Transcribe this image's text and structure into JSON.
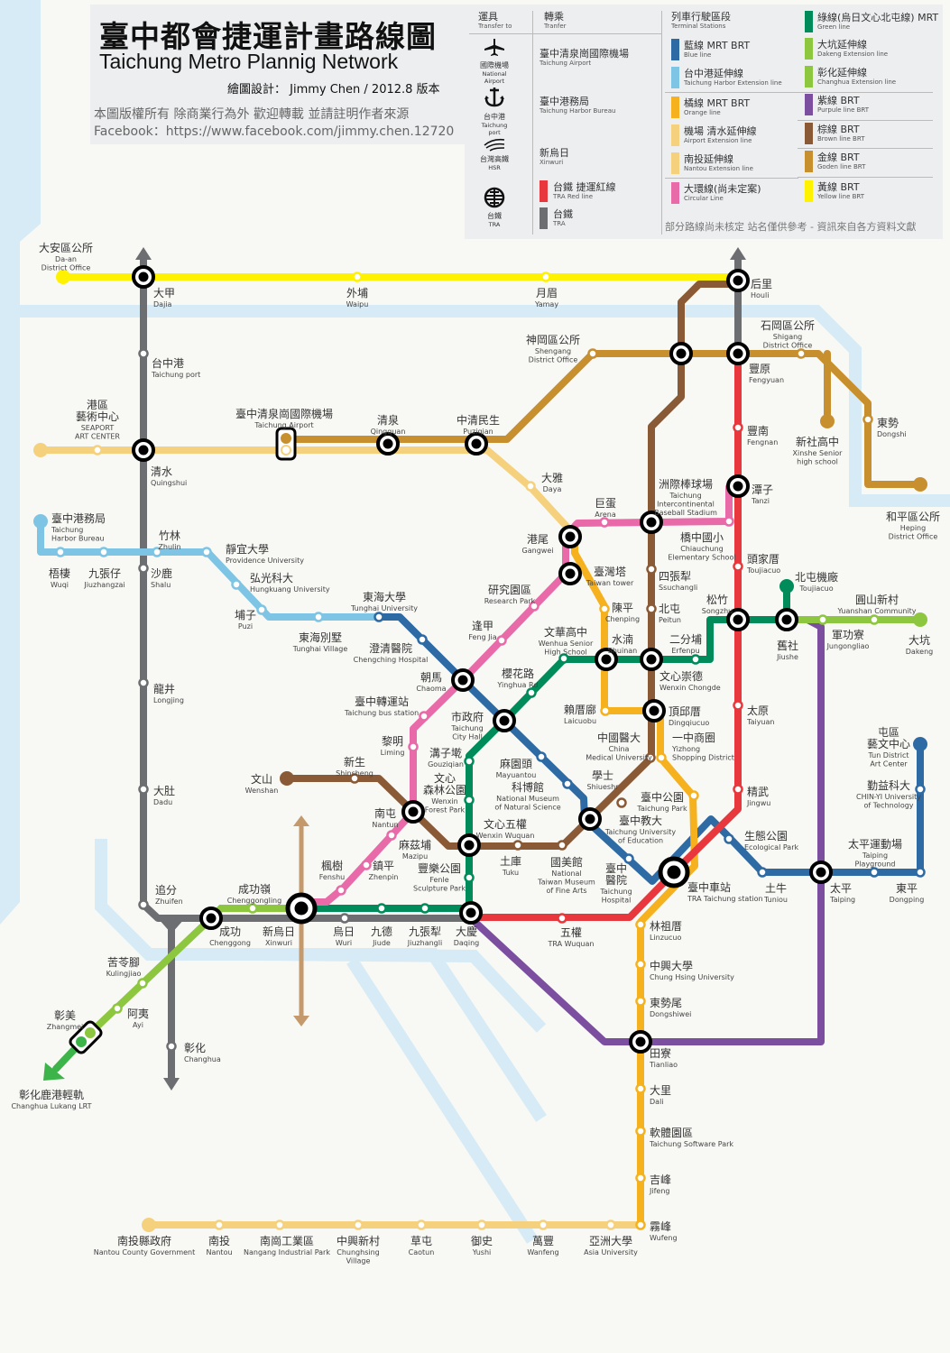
{
  "header": {
    "title_zh": "臺中都會捷運計畫路線圖",
    "title_en": "Taichung Metro Plannig Network",
    "credit": "繪圖設計： Jimmy Chen / 2012.8 版本",
    "copyright": "本圖版權所有 除商業行為外 歡迎轉載 並請註明作者來源",
    "facebook": "Facebook：https://www.facebook.com/jimmy.chen.12720"
  },
  "colors": {
    "yellow": "#fff200",
    "gray": "#6d6e71",
    "red": "#e8383d",
    "green": "#008c5a",
    "lgreen": "#8dc63f",
    "blue": "#2e6aa3",
    "lblue": "#7ec4e4",
    "orange": "#f5b11e",
    "lorange": "#f5d17e",
    "gold": "#c88f2e",
    "brown": "#8a5a36",
    "purple": "#7b4ea0",
    "pink": "#e86aa8",
    "tan": "#c49a6c",
    "water": "#d6ebf5",
    "lrt": "#3cb44a"
  },
  "legend": {
    "transfer_col": {
      "zh": "運具",
      "en": "Transfer to"
    },
    "tranfer_col": {
      "zh": "轉乘",
      "en": "Tranfer"
    },
    "terminal_col": {
      "zh": "列車行駛區段",
      "en": "Terminal Stations"
    },
    "transfers": [
      {
        "icon": "airplane",
        "zh": "國際機場",
        "en": "National Airport",
        "dest_zh": "臺中清泉崗國際機場",
        "dest_en": "Taichung Airport"
      },
      {
        "icon": "anchor",
        "zh": "台中港",
        "en": "Taichung port",
        "dest_zh": "臺中港務局",
        "dest_en": "Taichung Harbor Bureau"
      },
      {
        "icon": "hsr",
        "zh": "台灣高鐵 ",
        "en": "HSR",
        "dest_zh": "新烏日",
        "dest_en": "Xinwuri"
      },
      {
        "icon": "tra",
        "zh": "台鐵 ",
        "en": "TRA"
      }
    ],
    "tra_lines": [
      {
        "color": "red",
        "zh": "台鐵 捷運紅線",
        "en": "TRA Red line"
      },
      {
        "color": "gray",
        "zh": "台鐵",
        "en": "TRA"
      }
    ],
    "lines_col1": [
      {
        "color": "blue",
        "zh": "藍線 MRT  BRT",
        "en": "Blue line"
      },
      {
        "color": "lblue",
        "zh": "台中港延伸線",
        "en": "Taichung Harbor Extension line"
      },
      {
        "color": "orange",
        "zh": "橘線 MRT  BRT",
        "en": "Orange line"
      },
      {
        "color": "lorange",
        "zh": "機場 清水延伸線",
        "en": "Airport Extension line"
      },
      {
        "color": "lorange",
        "zh": "南投延伸線",
        "en": "Nantou Extension line"
      },
      {
        "color": "pink",
        "zh": "大環線(尚未定案)",
        "en": "Circular Line"
      }
    ],
    "lines_col2": [
      {
        "color": "green",
        "zh": "綠線(烏日文心北屯線) MRT",
        "en": "Green line"
      },
      {
        "color": "lgreen",
        "zh": "大坑延伸線",
        "en": "Dakeng Extension line"
      },
      {
        "color": "lgreen",
        "zh": "彰化延伸線",
        "en": "Changhua Extension line"
      },
      {
        "color": "purple",
        "zh": "紫線 BRT",
        "en": "Purpule line BRT"
      },
      {
        "color": "brown",
        "zh": "棕線 BRT",
        "en": "Brown line BRT"
      },
      {
        "color": "gold",
        "zh": "金線 BRT",
        "en": "Goden line BRT"
      },
      {
        "color": "yellow",
        "zh": "黃線 BRT",
        "en": "Yellow line BRT"
      }
    ],
    "note": "部分路線尚未核定 站名僅供參考 - 資訊來自各方資料文獻"
  },
  "stations": [
    {
      "zh": "大安區公所",
      "en": "Da-an",
      "en2": "District Office"
    },
    {
      "zh": "大甲",
      "en": "Dajia"
    },
    {
      "zh": "外埔",
      "en": "Waipu"
    },
    {
      "zh": "月眉",
      "en": "Yamay"
    },
    {
      "zh": "后里",
      "en": "Houli"
    },
    {
      "zh": "台中港",
      "en": "Taichung port"
    },
    {
      "zh": "港區",
      "zh2": "藝術中心",
      "en": "SEAPORT",
      "en2": "ART CENTER"
    },
    {
      "zh": "清水",
      "en": "Quingshui"
    },
    {
      "zh": "臺中清泉崗國際機場",
      "en": "Taichung Airport"
    },
    {
      "zh": "清泉",
      "en": "Qingquan"
    },
    {
      "zh": "中清民生",
      "en": "Puziqian"
    },
    {
      "zh": "神岡區公所",
      "en": "Shengang",
      "en2": "District Office"
    },
    {
      "zh": "石岡區公所",
      "en": "Shigang",
      "en2": "District Office"
    },
    {
      "zh": "豐原",
      "en": "Fengyuan"
    },
    {
      "zh": "新社高中",
      "en": "Xinshe Senior",
      "en2": "high school"
    },
    {
      "zh": "東勢",
      "en": "Dongshi"
    },
    {
      "zh": "和平區公所",
      "en": "Heping",
      "en2": "District Office"
    },
    {
      "zh": "豐南",
      "en": "Fengnan"
    },
    {
      "zh": "潭子",
      "en": "Tanzi"
    },
    {
      "zh": "大雅",
      "en": "Daya"
    },
    {
      "zh": "巨蛋",
      "en": "Arena"
    },
    {
      "zh": "洲際棒球場",
      "en": "Taichung",
      "en2": "Intercontinental",
      "en3": "Baseball Stadium"
    },
    {
      "zh": "港尾",
      "en": "Gangwei"
    },
    {
      "zh": "臺灣塔",
      "en": "Taiwan tower"
    },
    {
      "zh": "橋中國小",
      "en": "Chiauchung",
      "en2": "Elementary School"
    },
    {
      "zh": "四張犁",
      "en": "Ssuchangli"
    },
    {
      "zh": "頭家厝",
      "en": "Toujiacuo"
    },
    {
      "zh": "北屯機廠",
      "en": "Toujiacuo"
    },
    {
      "zh": "研究園區",
      "en": "Research Park"
    },
    {
      "zh": "陳平",
      "en": "Chenping"
    },
    {
      "zh": "北屯",
      "en": "Peitun"
    },
    {
      "zh": "松竹",
      "en": "Songzhu"
    },
    {
      "zh": "舊社",
      "en": "Jiushe"
    },
    {
      "zh": "軍功寮",
      "en": "Jungongliao"
    },
    {
      "zh": "圓山新村",
      "en": "Yuanshan Community"
    },
    {
      "zh": "大坑",
      "en": "Dakeng"
    },
    {
      "zh": "東海大學",
      "en": "Tunghai University"
    },
    {
      "zh": "東海別墅",
      "en": "Tunghai Village"
    },
    {
      "zh": "埔子",
      "en": "Puzi"
    },
    {
      "zh": "弘光科大",
      "en": "Hungkuang University"
    },
    {
      "zh": "靜宜大學",
      "en": "Providence University"
    },
    {
      "zh": "竹林",
      "en": "Zhulin"
    },
    {
      "zh": "九張仔",
      "en": "Jiuzhangzai"
    },
    {
      "zh": "梧棲",
      "en": "Wuqi"
    },
    {
      "zh": "臺中港務局",
      "en": "Taichung",
      "en2": "Harbor Bureau"
    },
    {
      "zh": "沙鹿",
      "en": "Shalu"
    },
    {
      "zh": "逢甲",
      "en": "Feng Jia"
    },
    {
      "zh": "澄清醫院",
      "en": "Chengching Hospital"
    },
    {
      "zh": "朝馬",
      "en": "Chaoma"
    },
    {
      "zh": "文華高中",
      "en": "Wenhua Senior",
      "en2": "High School"
    },
    {
      "zh": "水湳",
      "en": "Shuinan"
    },
    {
      "zh": "二分埔",
      "en": "Erfenpu"
    },
    {
      "zh": "文心崇德",
      "en": "Wenxin Chongde"
    },
    {
      "zh": "櫻花路",
      "en": "Yinghua Rd"
    },
    {
      "zh": "臺中轉運站",
      "en": "Taichung bus station"
    },
    {
      "zh": "賴厝廍",
      "en": "Laicuobu"
    },
    {
      "zh": "頂邱厝",
      "en": "Dingqiucuo"
    },
    {
      "zh": "太原",
      "en": "Taiyuan"
    },
    {
      "zh": "市政府",
      "en": "Taichung",
      "en2": "City Hall"
    },
    {
      "zh": "黎明",
      "en": "Liming"
    },
    {
      "zh": "中國醫大",
      "en": "China",
      "en2": "Medical University"
    },
    {
      "zh": "一中商圈",
      "en": "Yizhong",
      "en2": "Shopping District"
    },
    {
      "zh": "溝子墘",
      "en": "Gouziqian"
    },
    {
      "zh": "新生",
      "en": "Shinsheng"
    },
    {
      "zh": "文山",
      "en": "Wenshan"
    },
    {
      "zh": "麻園頭",
      "en": "Mayuantou"
    },
    {
      "zh": "學士",
      "en": "Shiueshr"
    },
    {
      "zh": "科博館",
      "en": "National Museum",
      "en2": "of Natural Science"
    },
    {
      "zh": "文心",
      "zh2": "森林公園",
      "en": "Wenxin",
      "en2": "Forest Park"
    },
    {
      "zh": "精武",
      "en": "Jingwu"
    },
    {
      "zh": "臺中公園",
      "en": "Taichung Park"
    },
    {
      "zh": "南屯",
      "en": "Nantun"
    },
    {
      "zh": "臺中教大",
      "en": "Taichung University",
      "en2": "of Education"
    },
    {
      "zh": "生態公園",
      "en": "Ecological Park"
    },
    {
      "zh": "文心五權",
      "en": "Wenxin Wuquan"
    },
    {
      "zh": "麻茲埔",
      "en": "Mazipu"
    },
    {
      "zh": "土庫",
      "en": "Tuku"
    },
    {
      "zh": "國美館",
      "en": "National",
      "en2": "Taiwan Museum",
      "en3": "of Fine Arts"
    },
    {
      "zh": "臺中",
      "zh2": "醫院",
      "en": "Taichung",
      "en2": "Hospital"
    },
    {
      "zh": "臺中車站",
      "en": "TRA Taichung station"
    },
    {
      "zh": "土牛",
      "en": "Tuniou"
    },
    {
      "zh": "太平",
      "en": "Taiping"
    },
    {
      "zh": "太平運動場",
      "en": "Taiping",
      "en2": "Playground"
    },
    {
      "zh": "東平",
      "en": "Dongping"
    },
    {
      "zh": "勤益科大",
      "en": "CHIN-YI University",
      "en2": "of Technology"
    },
    {
      "zh": "屯區",
      "zh2": "藝文中心",
      "en": "Tun District",
      "en2": "Art Center"
    },
    {
      "zh": "楓樹",
      "en": "Fenshu"
    },
    {
      "zh": "鎮平",
      "en": "Zhenpin"
    },
    {
      "zh": "豐樂公園",
      "en": "Fenle",
      "en2": "Sculpture Park"
    },
    {
      "zh": "龍井",
      "en": "Longjing"
    },
    {
      "zh": "大肚",
      "en": "Dadu"
    },
    {
      "zh": "追分",
      "en": "Zhuifen"
    },
    {
      "zh": "成功嶺",
      "en": "Chenggongling"
    },
    {
      "zh": "成功",
      "en": "Chenggong"
    },
    {
      "zh": "新烏日",
      "en": "Xinwuri"
    },
    {
      "zh": "烏日",
      "en": "Wuri"
    },
    {
      "zh": "九德",
      "en": "Jiude"
    },
    {
      "zh": "九張犁",
      "en": "Jiuzhangli"
    },
    {
      "zh": "大慶",
      "en": "Daqing"
    },
    {
      "zh": "五權",
      "en": "TRA Wuquan"
    },
    {
      "zh": "苦苓腳",
      "en": "Kulingjiao"
    },
    {
      "zh": "阿夷",
      "en": "Ayi"
    },
    {
      "zh": "彰美",
      "en": "Zhangmei"
    },
    {
      "zh": "彰化鹿港輕軌",
      "en": "Changhua Lukang LRT"
    },
    {
      "zh": "彰化",
      "en": "Changhua"
    },
    {
      "zh": "林祖厝",
      "en": "Linzucuo"
    },
    {
      "zh": "中興大學",
      "en": "Chung Hsing University"
    },
    {
      "zh": "東勢尾",
      "en": "Dongshiwei"
    },
    {
      "zh": "田寮",
      "en": "Tianliao"
    },
    {
      "zh": "大里",
      "en": "Dali"
    },
    {
      "zh": "軟體園區",
      "en": "Taichung Software Park"
    },
    {
      "zh": "吉峰",
      "en": "Jifeng"
    },
    {
      "zh": "霧峰",
      "en": "Wufeng"
    },
    {
      "zh": "南投縣政府",
      "en": "Nantou County Government"
    },
    {
      "zh": "南投",
      "en": "Nantou"
    },
    {
      "zh": "南崗工業區",
      "en": "Nangang Industrial Park"
    },
    {
      "zh": "中興新村",
      "en": "Chunghsing",
      "en2": "Village"
    },
    {
      "zh": "草屯",
      "en": "Caotun"
    },
    {
      "zh": "御史",
      "en": "Yushi"
    },
    {
      "zh": "萬豐",
      "en": "Wanfeng"
    },
    {
      "zh": "亞洲大學",
      "en": "Asia University"
    }
  ]
}
